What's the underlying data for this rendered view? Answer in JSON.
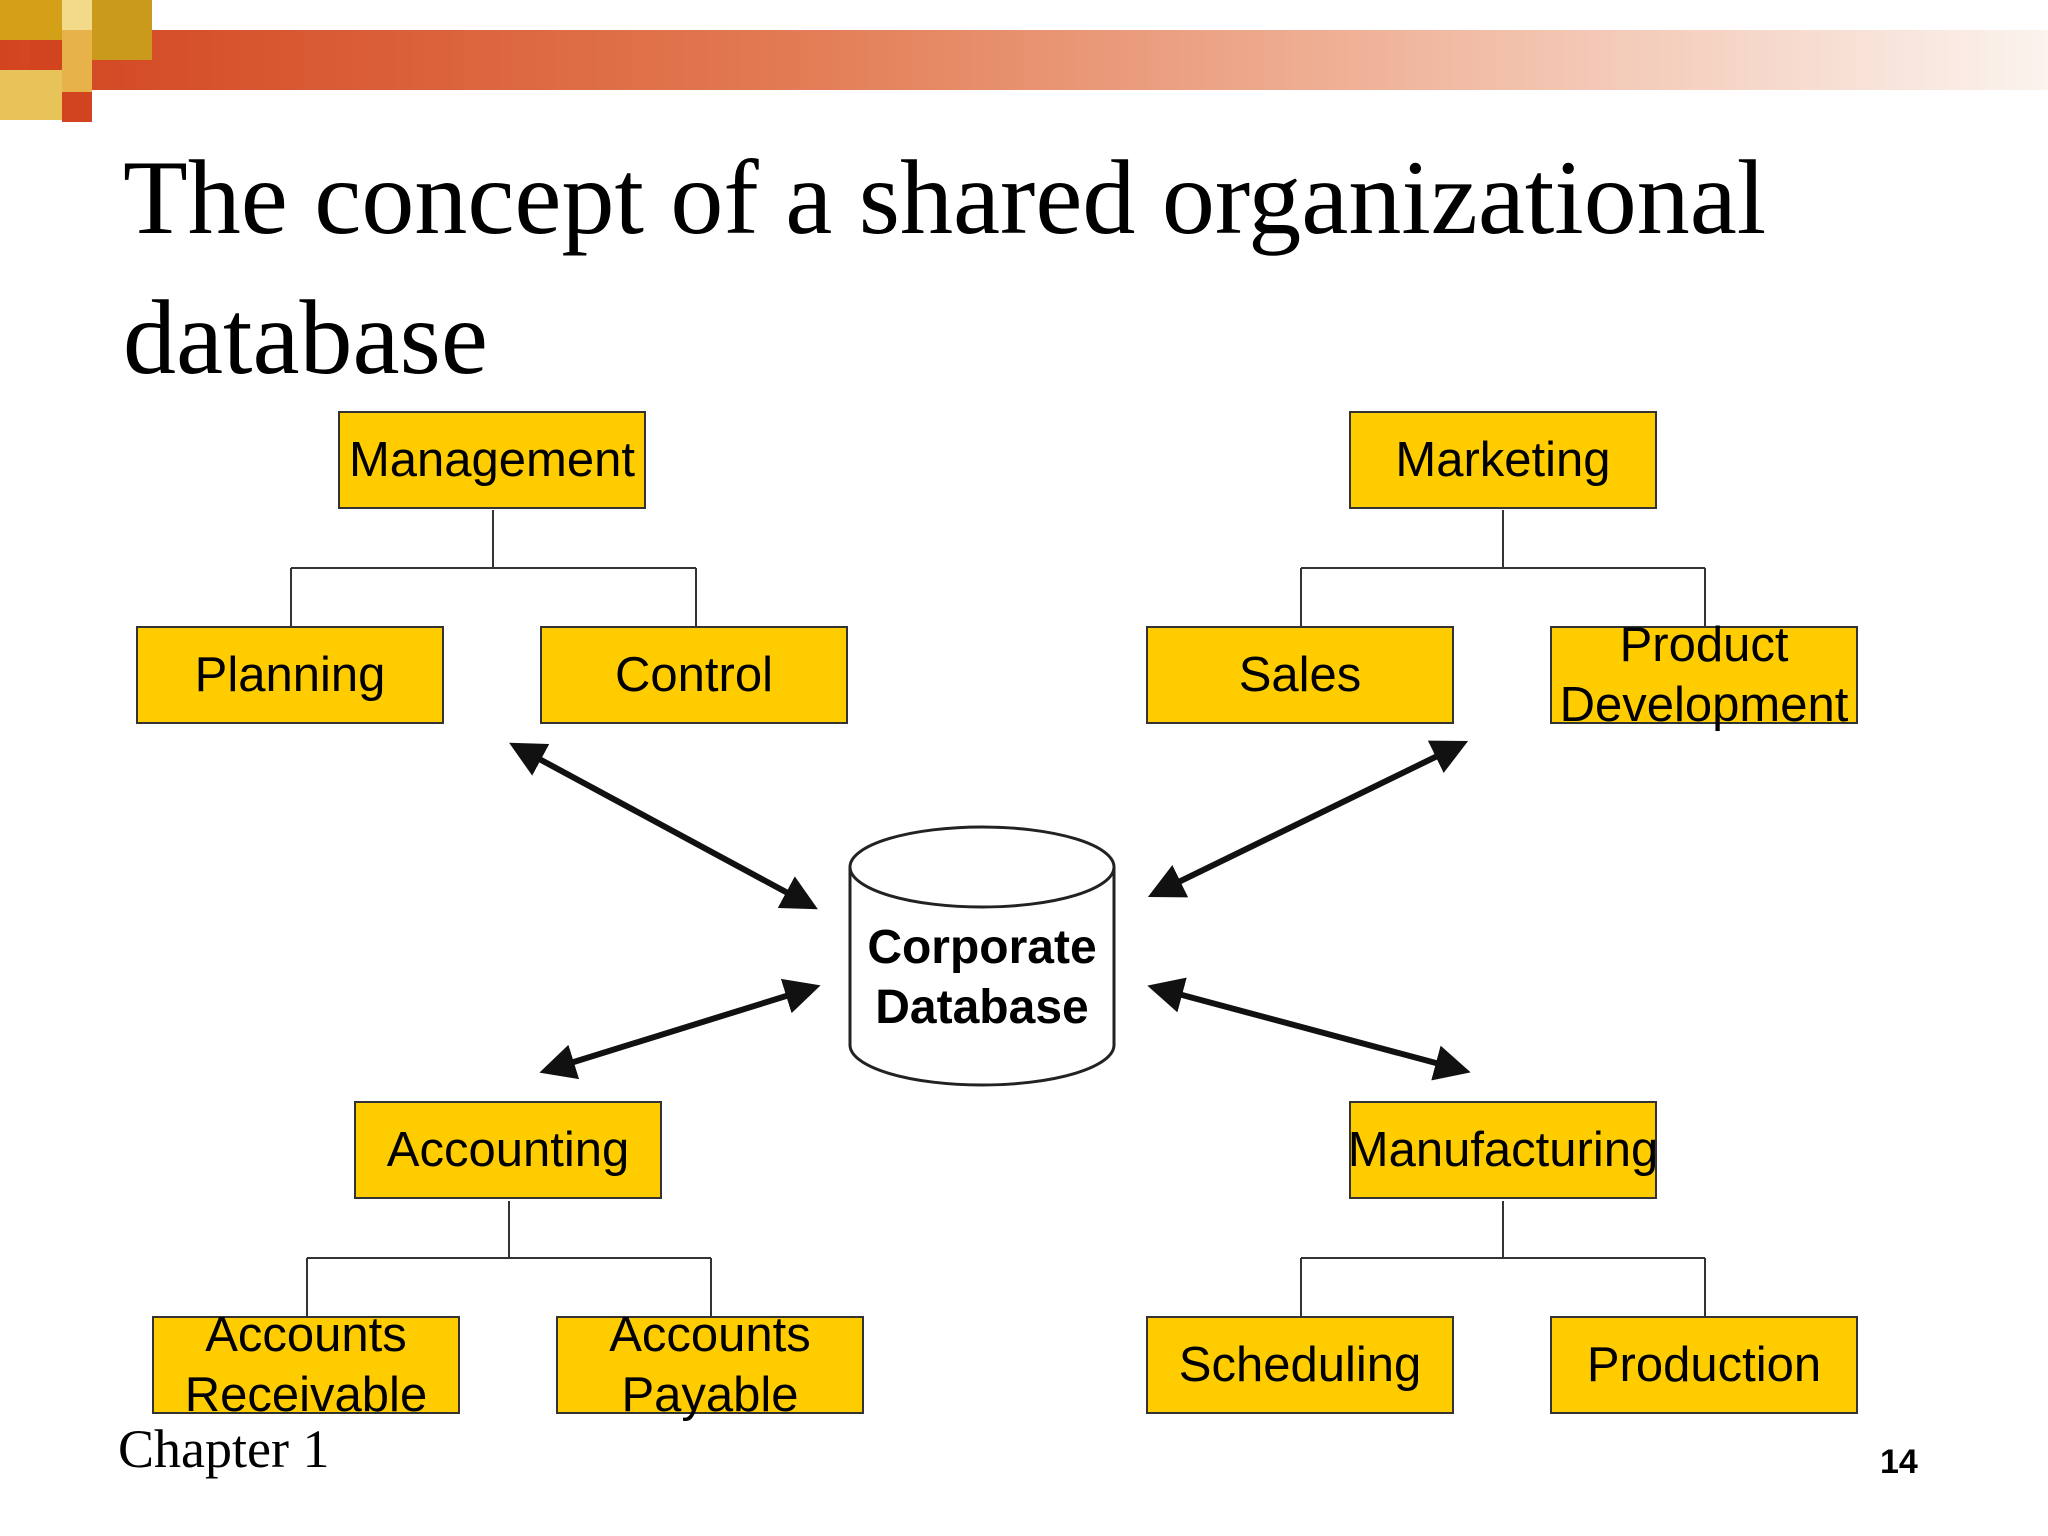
{
  "title": "The concept of a shared organizational\ndatabase",
  "colors": {
    "box_fill": "#ffcc00",
    "box_border": "#333333",
    "arrow": "#111111",
    "accent_orange": "#d2441f",
    "accent_gold": "#d4a017"
  },
  "database": {
    "label_line1": "Corporate",
    "label_line2": "Database"
  },
  "groups": {
    "management": {
      "head": "Management",
      "children": [
        "Planning",
        "Control"
      ]
    },
    "marketing": {
      "head": "Marketing",
      "children": [
        "Sales",
        "Product Development"
      ]
    },
    "accounting": {
      "head": "Accounting",
      "children": [
        "Accounts Receivable",
        "Accounts Payable"
      ]
    },
    "manufacturing": {
      "head": "Manufacturing",
      "children": [
        "Scheduling",
        "Production"
      ]
    }
  },
  "footer": {
    "chapter": "Chapter 1",
    "page": "14"
  }
}
